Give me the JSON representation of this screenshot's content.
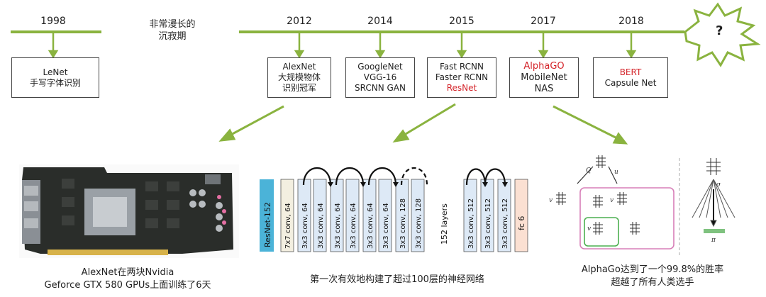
{
  "colors": {
    "timeline": "#8ab33f",
    "accent_red": "#d4242a",
    "resnet_blue": "#4bb3d8",
    "resnet_box": "#dde9f6",
    "fc_box": "#fbe0d2",
    "pink": "#d77fb8",
    "green": "#4caf50"
  },
  "timeline": {
    "years": [
      "1998",
      "2012",
      "2014",
      "2015",
      "2017",
      "2018"
    ],
    "gap_label": [
      "非常漫长的",
      "沉寂期"
    ],
    "future_mark": "?"
  },
  "milestones": [
    {
      "lines": [
        "LeNet",
        "手写字体识别"
      ],
      "red": []
    },
    {
      "lines": [
        "AlexNet",
        "大规模物体",
        "识别冠军"
      ],
      "red": []
    },
    {
      "lines": [
        "GoogleNet",
        "VGG-16",
        "SRCNN GAN"
      ],
      "red": []
    },
    {
      "lines": [
        "Fast RCNN",
        "Faster RCNN",
        "ResNet"
      ],
      "red": [
        2
      ]
    },
    {
      "lines": [
        "AlphaGO",
        "MobileNet",
        "NAS"
      ],
      "red": [
        0
      ]
    },
    {
      "lines": [
        "BERT",
        "Capsule Net"
      ],
      "red": [
        0
      ]
    }
  ],
  "resnet_diagram": {
    "side_label": "ResNet-152",
    "layers": [
      "7x7 conv, 64",
      "3x3 conv, 64",
      "3x3 conv, 64",
      "3x3 conv, 64",
      "3x3 conv, 64",
      "3x3 conv, 64",
      "3x3 conv, 64",
      "3x3 conv, 128",
      "3x3 conv, 128"
    ],
    "layers_tail": [
      "3x3 conv, 512",
      "3x3 conv, 512",
      "3x3 conv, 512"
    ],
    "fc": "fc 6",
    "middle_label": "152 layers"
  },
  "alphago_diagram": {
    "q": "Q",
    "u": "u",
    "v": "v",
    "sigma": "σ",
    "pi": "π"
  },
  "captions": {
    "alexnet": [
      "AlexNet在两块Nvidia",
      "Geforce GTX 580 GPUs上面训练了6天"
    ],
    "resnet": [
      "第一次有效地构建了超过100层的神经网络"
    ],
    "alphago": [
      "AlphaGo达到了一个99.8%的胜率",
      "超越了所有人类选手"
    ]
  }
}
